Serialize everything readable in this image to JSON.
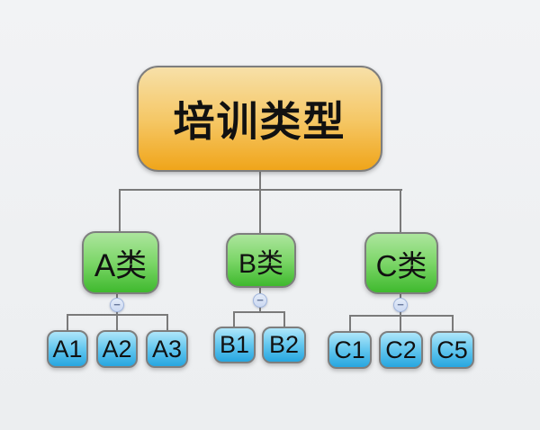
{
  "diagram": {
    "root": {
      "label": "培训类型"
    },
    "branches": [
      {
        "label": "A类",
        "children": [
          "A1",
          "A2",
          "A3"
        ]
      },
      {
        "label": "B类",
        "children": [
          "B1",
          "B2"
        ]
      },
      {
        "label": "C类",
        "children": [
          "C1",
          "C2",
          "C5"
        ]
      }
    ],
    "collapse_glyph": "−"
  },
  "colors": {
    "background": "#EFF0F2",
    "connector": "#7A7A7A",
    "node-border": "#7E7E7E",
    "text": "#111111",
    "root-top": "#F7E0A8",
    "root-mid": "#F5C765",
    "root-bottom": "#F0A51A",
    "branch-top": "#ACE59D",
    "branch-mid": "#7CD668",
    "branch-bottom": "#3FB92E",
    "leaf-top": "#AEE6FA",
    "leaf-mid": "#62C6EE",
    "leaf-bottom": "#27A6E0",
    "collapse-fill": "#CCD9F2",
    "collapse-border": "#9FB4DC"
  }
}
